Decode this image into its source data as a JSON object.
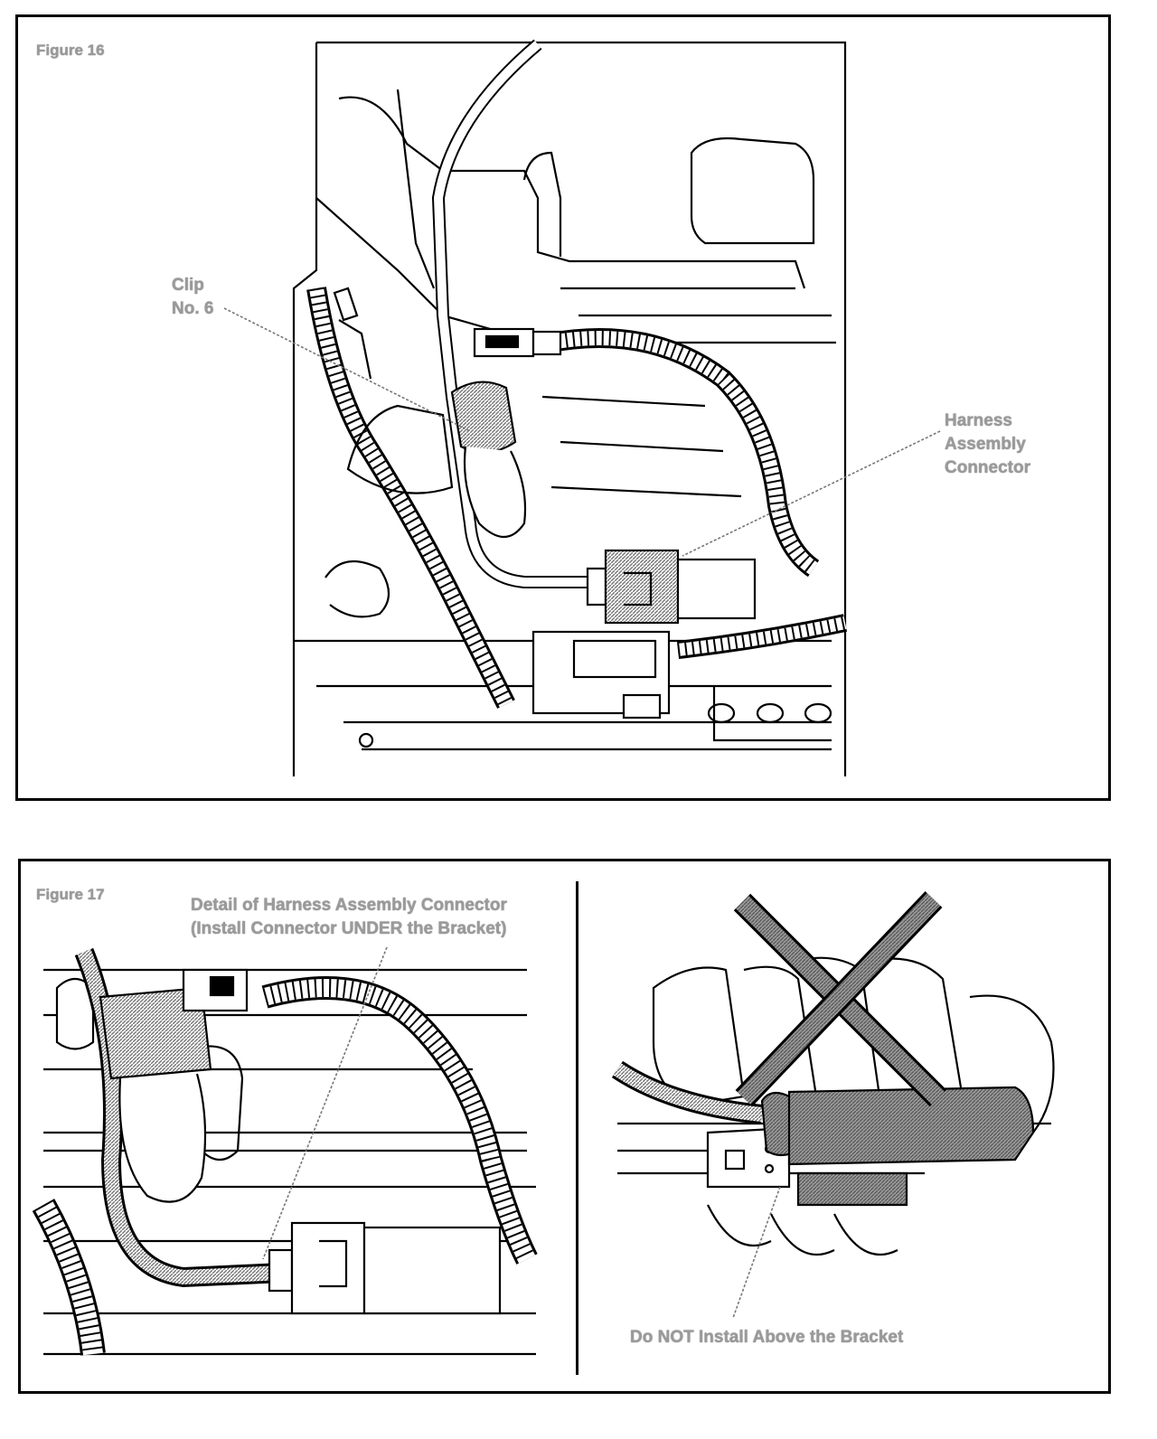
{
  "figure16": {
    "title": "Figure 16",
    "clip_label": "Clip\nNo. 6",
    "connector_label": "Harness\nAssembly\nConnector"
  },
  "figure17": {
    "title": "Figure 17",
    "detail_label": "Detail of Harness Assembly Connector\n(Install Connector UNDER the Bracket)",
    "warning_label": "Do NOT Install Above the Bracket"
  },
  "colors": {
    "line": "#000000",
    "label": "#9a9a9a",
    "hatch": "#8a8a8a"
  }
}
